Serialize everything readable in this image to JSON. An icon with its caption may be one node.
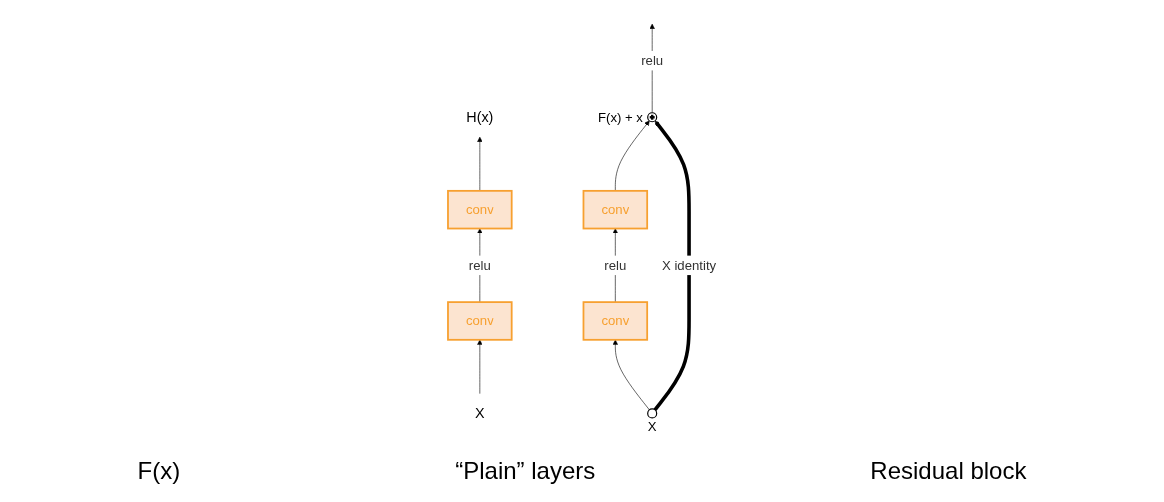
{
  "diagram": {
    "nodes": [
      {
        "text": [
          "X"
        ]
      },
      {
        "text": [
          "conv"
        ]
      },
      {
        "text": [
          "conv"
        ]
      },
      {
        "text": [
          "H(x)"
        ]
      },
      {
        "text": [],
        "shape": "circle",
        "beside": [
          "X"
        ]
      },
      {
        "text": [],
        "shape": "plus",
        "beside": [
          "F(x) + x"
        ]
      },
      {
        "text": [
          "conv"
        ]
      },
      {
        "text": [
          "conv"
        ]
      }
    ],
    "edges": [
      {
        "from": 0,
        "to": 1,
        "arrow": "to"
      },
      {
        "from": 1,
        "to": 2,
        "arrow": "to",
        "label": "relu"
      },
      {
        "from": 2,
        "to": 3,
        "arrow": "to"
      },
      {
        "from": 4,
        "to": 7,
        "arrow": "to"
      },
      {
        "from": 7,
        "to": 6,
        "arrow": "to",
        "label": "relu"
      },
      {
        "from": 6,
        "to": 5,
        "arrow": "to"
      },
      {
        "from": 4,
        "to": 5,
        "arrow": "to",
        "label": "X identity",
        "style": "thick"
      },
      {
        "from": 5,
        "to": null,
        "arrow": "to",
        "label": "relu"
      }
    ],
    "labels": [
      "F(x)",
      "“Plain” layers",
      "Residual block"
    ]
  }
}
